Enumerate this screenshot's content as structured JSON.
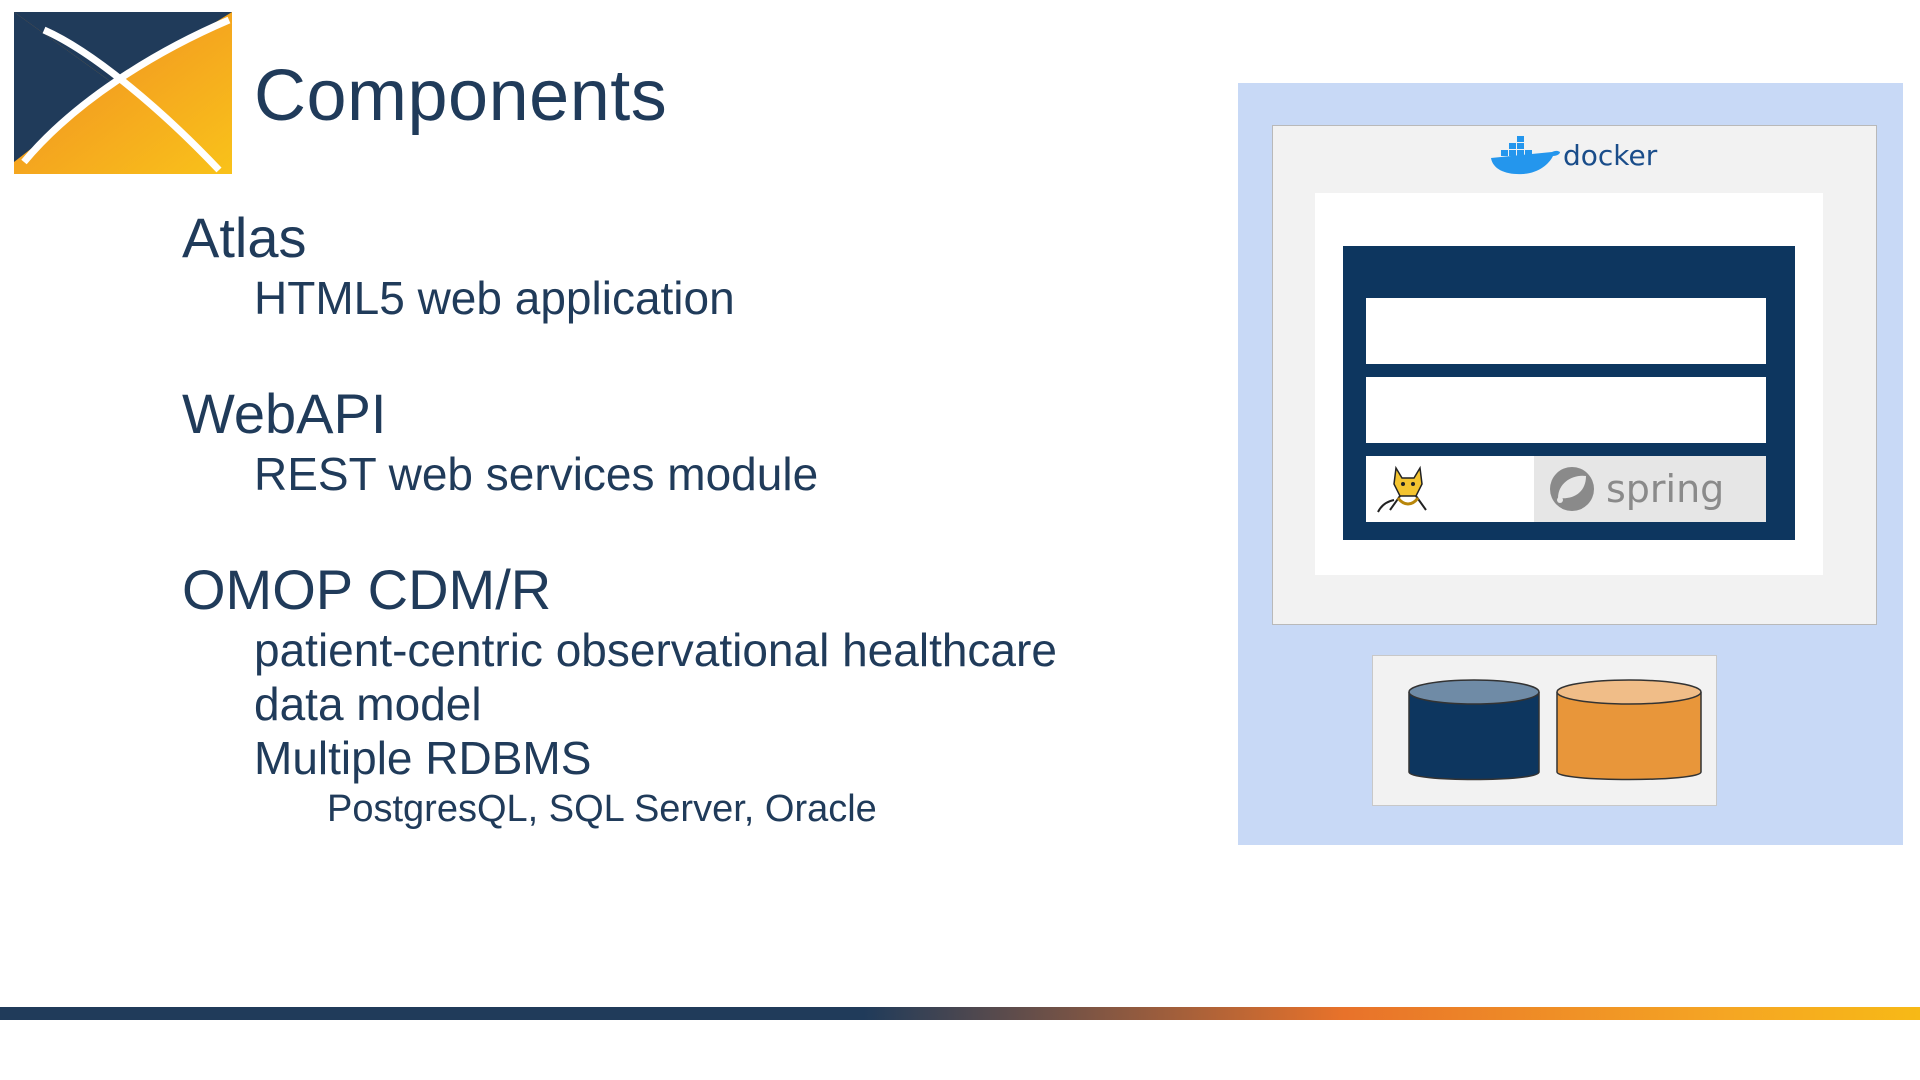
{
  "slide": {
    "title": "Components",
    "bullets": [
      {
        "heading": "Atlas",
        "sub": [
          "HTML5 web application"
        ]
      },
      {
        "heading": "WebAPI",
        "sub": [
          "REST web services module"
        ]
      },
      {
        "heading": "OMOP CDM/R",
        "sub": [
          "patient-centric observational healthcare",
          "data model",
          "Multiple RDBMS"
        ],
        "subsub": [
          "PostgresQL, SQL Server, Oracle"
        ]
      }
    ]
  },
  "diagram": {
    "docker_label": "docker",
    "spring_label": "spring",
    "icons": [
      "docker-whale-icon",
      "tomcat-icon",
      "spring-leaf-icon",
      "database-icon"
    ],
    "colors": {
      "panel": "#c8d9f6",
      "container": "#0d365f",
      "db_primary": "#0d365f",
      "db_secondary": "#e8963a"
    }
  },
  "footer": {
    "bar_colors": [
      "#203b5a",
      "#e8722a",
      "#f7b916"
    ]
  }
}
